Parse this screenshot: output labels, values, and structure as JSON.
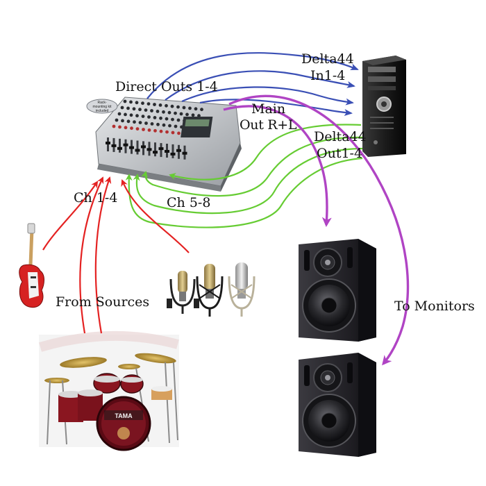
{
  "labels": {
    "direct_outs": "Direct Outs 1-4",
    "delta_in_line1": "Delta44",
    "delta_in_line2": "In1-4",
    "main_out_line1": "Main",
    "main_out_line2": "Out R+L",
    "delta_out_line1": "Delta44",
    "delta_out_line2": "Out1-4",
    "ch_1_4": "Ch 1-4",
    "ch_5_8": "Ch 5-8",
    "from_sources": "From Sources",
    "to_monitors": "To Monitors"
  },
  "mixer_badge": {
    "line1": "Rack-",
    "line2": "mounting kit",
    "line3": "included"
  },
  "drum_brand": "TAMA",
  "colors": {
    "direct_out_cables": "#3a4fb5",
    "delta_out_cables": "#66cc33",
    "main_out_cables": "#b044c4",
    "source_cables": "#e42222"
  }
}
